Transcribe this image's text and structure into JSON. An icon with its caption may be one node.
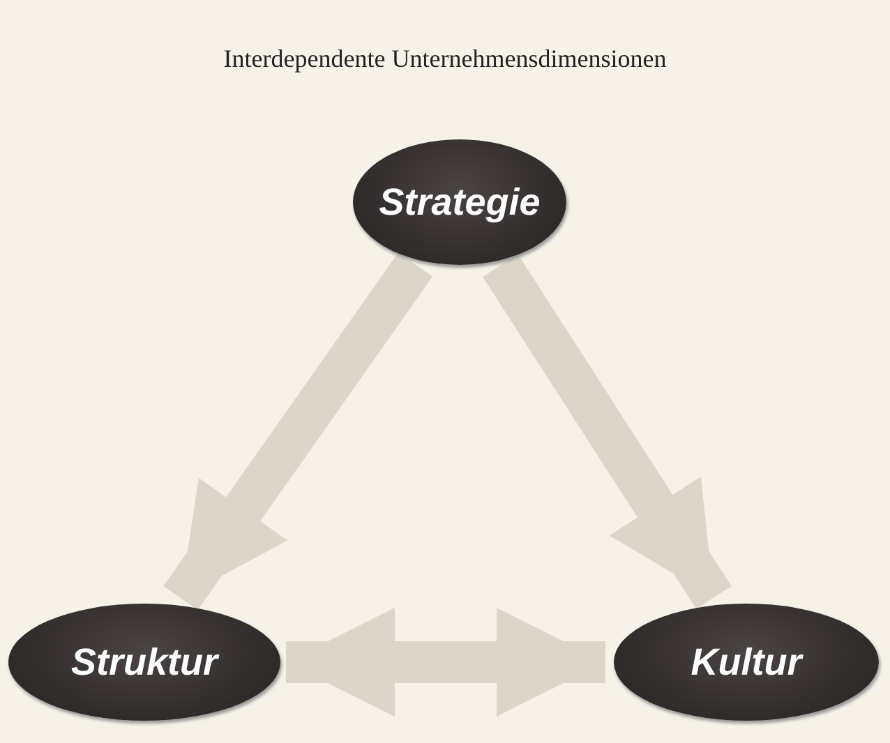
{
  "diagram": {
    "title": "Interdependente Unternehmensdimensionen",
    "nodes": [
      {
        "text": [
          "Strategie"
        ]
      },
      {
        "text": [
          "Struktur"
        ]
      },
      {
        "text": [
          "Kultur"
        ]
      }
    ],
    "edges": [
      {
        "from": 0,
        "to": 1,
        "arrow": "to"
      },
      {
        "from": 0,
        "to": 2,
        "arrow": "to"
      },
      {
        "from": 1,
        "to": 2,
        "arrow": "both"
      }
    ]
  }
}
